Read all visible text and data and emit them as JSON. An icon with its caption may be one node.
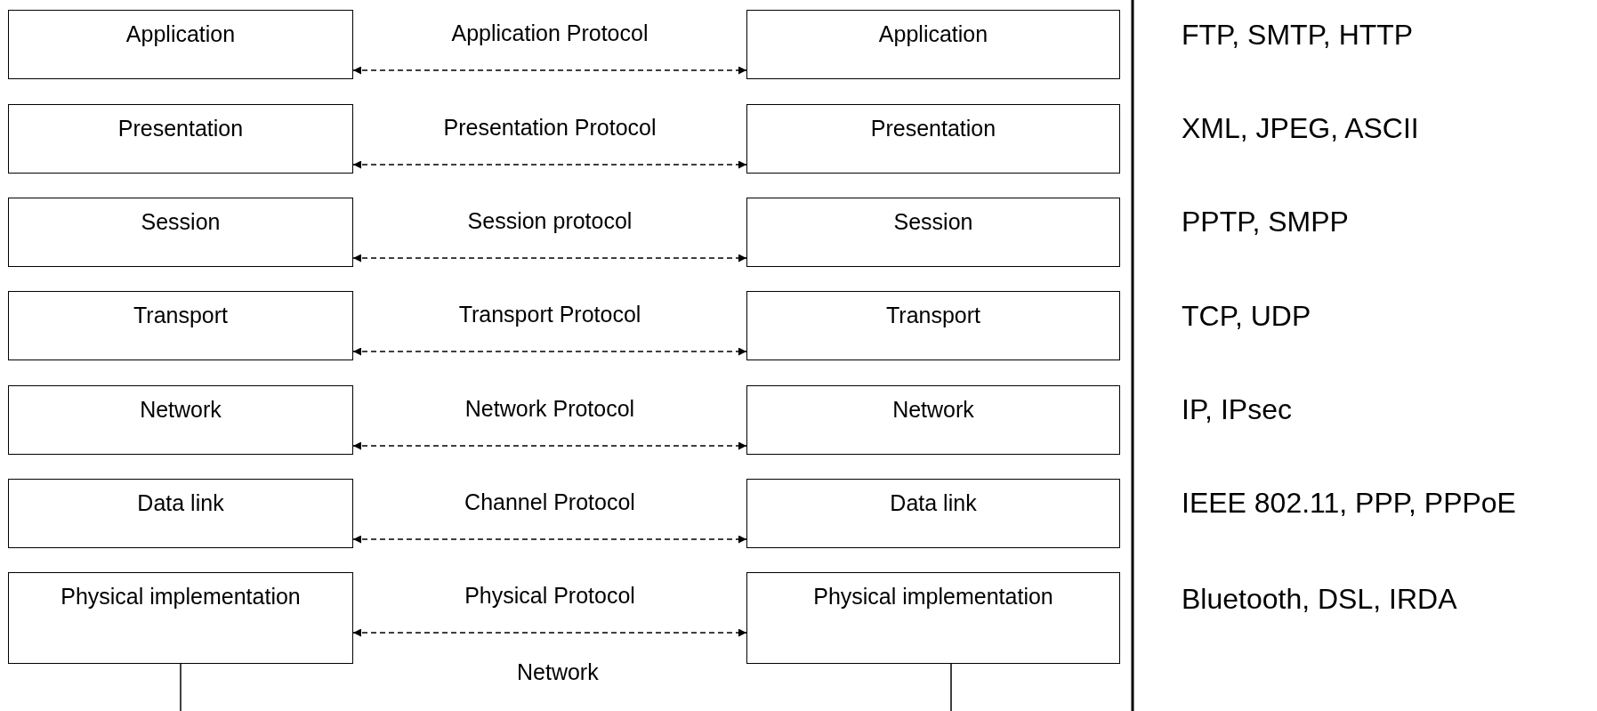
{
  "diagram": {
    "nodes": [
      {
        "text": [
          "Application"
        ]
      },
      {
        "text": [
          "Application"
        ]
      },
      {
        "text": [
          "Presentation"
        ]
      },
      {
        "text": [
          "Presentation"
        ]
      },
      {
        "text": [
          "Session"
        ]
      },
      {
        "text": [
          "Session"
        ]
      },
      {
        "text": [
          "Transport"
        ]
      },
      {
        "text": [
          "Transport"
        ]
      },
      {
        "text": [
          "Network"
        ]
      },
      {
        "text": [
          "Network"
        ]
      },
      {
        "text": [
          "Data link"
        ]
      },
      {
        "text": [
          "Data link"
        ]
      },
      {
        "text": [
          "Physical implementation"
        ]
      },
      {
        "text": [
          "Physical implementation"
        ]
      }
    ],
    "edges": [
      {
        "from": 0,
        "to": 1,
        "arrow": "both",
        "style": "dashed",
        "label": "Application Protocol"
      },
      {
        "from": 2,
        "to": 3,
        "arrow": "both",
        "style": "dashed",
        "label": "Presentation Protocol"
      },
      {
        "from": 4,
        "to": 5,
        "arrow": "both",
        "style": "dashed",
        "label": "Session protocol"
      },
      {
        "from": 6,
        "to": 7,
        "arrow": "both",
        "style": "dashed",
        "label": "Transport Protocol"
      },
      {
        "from": 8,
        "to": 9,
        "arrow": "both",
        "style": "dashed",
        "label": "Network Protocol"
      },
      {
        "from": 10,
        "to": 11,
        "arrow": "both",
        "style": "dashed",
        "label": "Channel Protocol"
      },
      {
        "from": 12,
        "to": 13,
        "arrow": "both",
        "style": "dashed",
        "label": "Physical Protocol"
      },
      {
        "from": 12,
        "to": null,
        "arrow": "none"
      },
      {
        "from": 13,
        "to": null,
        "arrow": "none"
      }
    ],
    "labels": [
      "FTP, SMTP, HTTP",
      "XML, JPEG, ASCII",
      "PPTP, SMPP",
      "TCP, UDP",
      "IP, IPsec",
      "IEEE 802.11, PPP, PPPoE",
      "Bluetooth, DSL, IRDA",
      "Network"
    ]
  }
}
